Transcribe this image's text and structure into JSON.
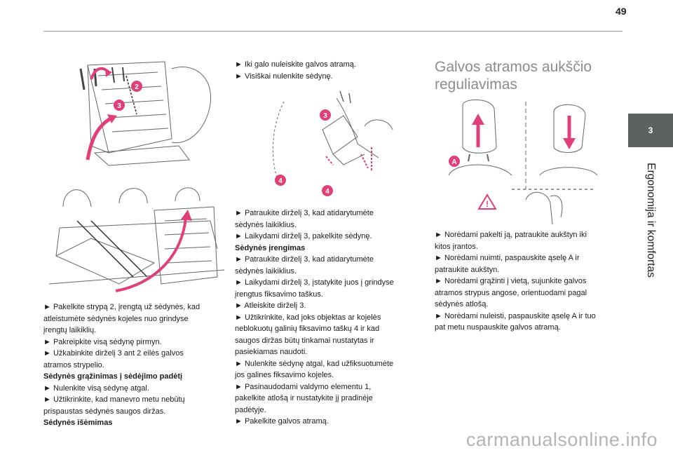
{
  "page": {
    "number": "49"
  },
  "side_tab": {
    "chapter": "3",
    "title": "Ergonomija ir komfortas"
  },
  "left_column": {
    "lines": [
      {
        "text": "► Pakelkite strypą 2, įrengtą už sėdynės, kad\natleistumėte sėdynės kojeles nuo grindyse\nįrengtų laikiklių.\n► Pakreipkite visą sėdynę pirmyn.\n► Užkabinkite dirželį 3 ant 2 eilės galvos\natramos strypelio.",
        "bold": false
      },
      {
        "text": "Sėdynės grąžinimas į sėdėjimo padėtį",
        "bold": true
      },
      {
        "text": "► Nulenkite visą sėdynę atgal.\n► Užtikrinkite, kad manevro metu nebūtų\nprispaustas sėdynės saugos diržas.",
        "bold": false
      },
      {
        "text": "Sėdynės išėmimas",
        "bold": true
      }
    ]
  },
  "middle_column": {
    "top_text": "► Iki galo nuleiskite galvos atramą.\n► Visiškai nulenkite sėdynę.",
    "lines": [
      {
        "text": "► Patraukite dirželį 3, kad atidarytumėte\nsėdynės laikiklius.\n► Laikydami dirželį 3, pakelkite sėdynę.",
        "bold": false
      },
      {
        "text": "Sėdynės įrengimas",
        "bold": true
      },
      {
        "text": "► Patraukite dirželį 3, kad atidarytumėte\nsėdynės laikiklius.\n► Laikydami dirželį 3, įstatykite juos į grindyse\nįrengtus fiksavimo taškus.\n► Atleiskite dirželį 3.\n► Užtikrinkite, kad joks objektas ar kojelės\nneblokuotų galinių fiksavimo taškų 4 ir kad\nsaugos diržas būtų tinkamai nustatytas ir\npasiekiamas naudoti.\n► Nulenkite sėdynę atgal, kad užfiksuotumėte\njos galines fiksavimo kojeles.\n► Pasinaudodami valdymo elementu 1,\npakelkite atlošą ir nustatykite jį pradinėje\npadėtyje.\n► Pakelkite galvos atramą.",
        "bold": false
      }
    ]
  },
  "right_column": {
    "heading": "Galvos atramos aukščio\nreguliavimas",
    "text": "► Norėdami pakelti ją, patraukite aukštyn iki\nkitos įrantos.\n► Norėdami nuimti, paspauskite ąselę A ir\npatraukite aukštyn.\n► Norėdami grąžinti į vietą, sujunkite galvos\natramos strypus angose, orientuodami pagal\nsėdynės atlošą.\n► Norėdami nuleisti, paspauskite ąselę A ir tuo\npat metu nuspauskite galvos atramą."
  },
  "figure_labels": {
    "fig1_a": "2",
    "fig1_b": "3",
    "fig3_a": "3",
    "fig3_b": "4",
    "fig3_c": "4",
    "fig4_a": "A"
  },
  "colors": {
    "accent": "#e0407a",
    "tab": "#5e6162",
    "heading": "#8a8d90"
  },
  "watermark": "carmanualsonline.info"
}
